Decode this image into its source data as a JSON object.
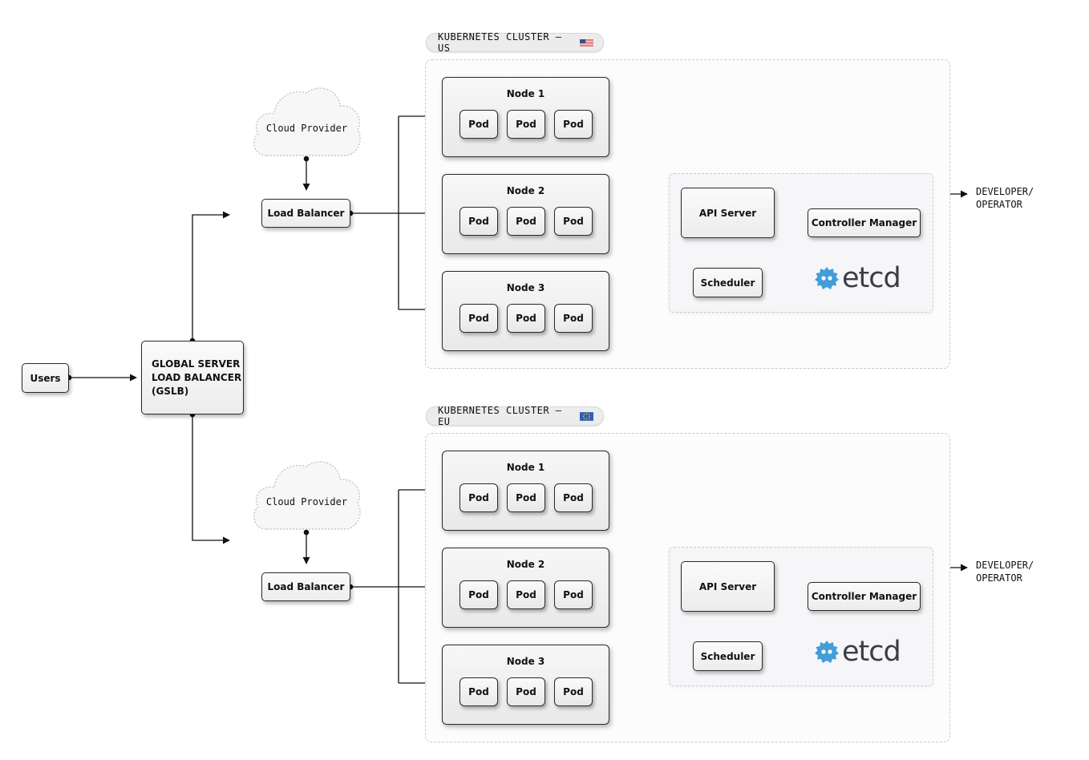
{
  "entry": {
    "users_label": "Users"
  },
  "gslb": {
    "line1": "GLOBAL SERVER",
    "line2": "LOAD BALANCER",
    "line3": "(GSLB)"
  },
  "clusters": [
    {
      "region_label": "KUBERNETES CLUSTER – US",
      "flag": "us-flag-icon",
      "cloud_label": "Cloud Provider",
      "load_balancer_label": "Load Balancer",
      "nodes": [
        {
          "title": "Node 1",
          "pods": [
            "Pod",
            "Pod",
            "Pod"
          ]
        },
        {
          "title": "Node 2",
          "pods": [
            "Pod",
            "Pod",
            "Pod"
          ]
        },
        {
          "title": "Node 3",
          "pods": [
            "Pod",
            "Pod",
            "Pod"
          ]
        }
      ],
      "control_plane": {
        "api_server": "API Server",
        "controller_manager": "Controller Manager",
        "scheduler": "Scheduler",
        "etcd_label": "etcd"
      },
      "developer_label_line1": "DEVELOPER/",
      "developer_label_line2": "OPERATOR"
    },
    {
      "region_label": "KUBERNETES CLUSTER – EU",
      "flag": "eu-flag-icon",
      "cloud_label": "Cloud Provider",
      "load_balancer_label": "Load Balancer",
      "nodes": [
        {
          "title": "Node 1",
          "pods": [
            "Pod",
            "Pod",
            "Pod"
          ]
        },
        {
          "title": "Node 2",
          "pods": [
            "Pod",
            "Pod",
            "Pod"
          ]
        },
        {
          "title": "Node 3",
          "pods": [
            "Pod",
            "Pod",
            "Pod"
          ]
        }
      ],
      "control_plane": {
        "api_server": "API Server",
        "controller_manager": "Controller Manager",
        "scheduler": "Scheduler",
        "etcd_label": "etcd"
      },
      "developer_label_line1": "DEVELOPER/",
      "developer_label_line2": "OPERATOR"
    }
  ],
  "colors": {
    "line": "#111111",
    "etcd_blue": "#419eda",
    "etcd_text": "#3b3d44",
    "dashed_border": "#c8c8c8"
  }
}
